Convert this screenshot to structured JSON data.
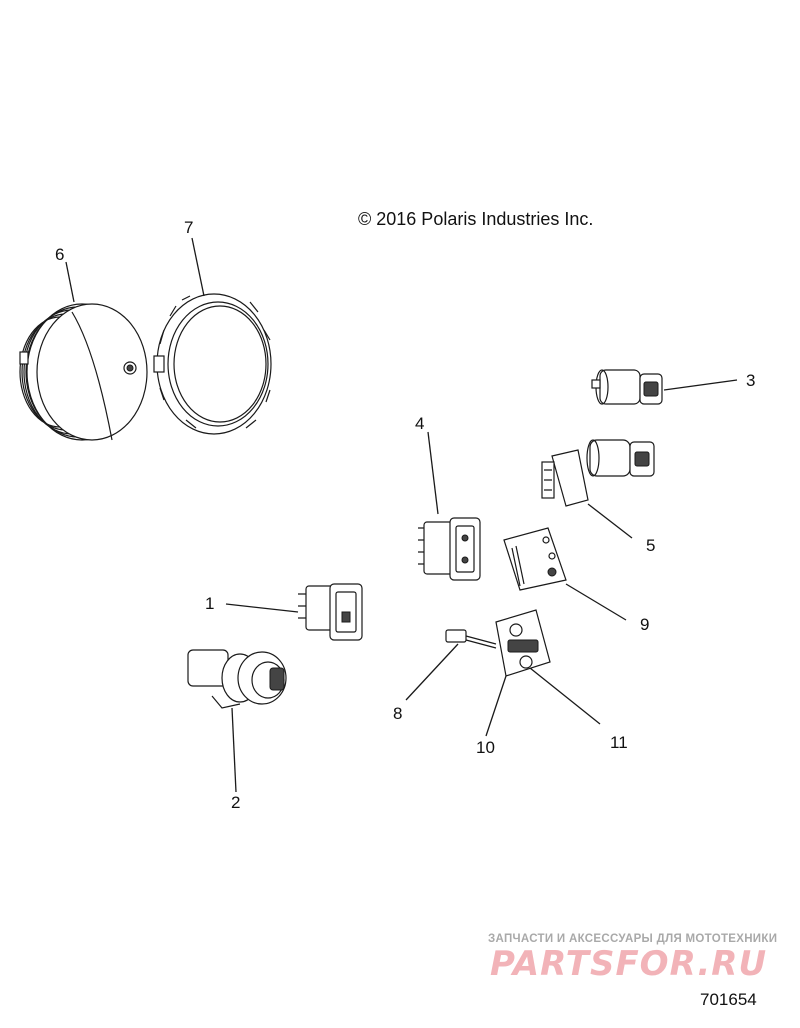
{
  "copyright": "© 2016 Polaris Industries Inc.",
  "callouts": [
    "1",
    "2",
    "3",
    "4",
    "5",
    "6",
    "7",
    "8",
    "9",
    "10",
    "11"
  ],
  "watermark": {
    "tagline": "ЗАПЧАСТИ И АКСЕССУАРЫ ДЛЯ МОТОТЕХНИКИ",
    "logo": "PARTSFOR.RU"
  },
  "drawing_id": "701654",
  "colors": {
    "lines": "#1a1a1a",
    "watermark_logo": "#f2b3b8",
    "watermark_text": "#a9a9a9"
  }
}
